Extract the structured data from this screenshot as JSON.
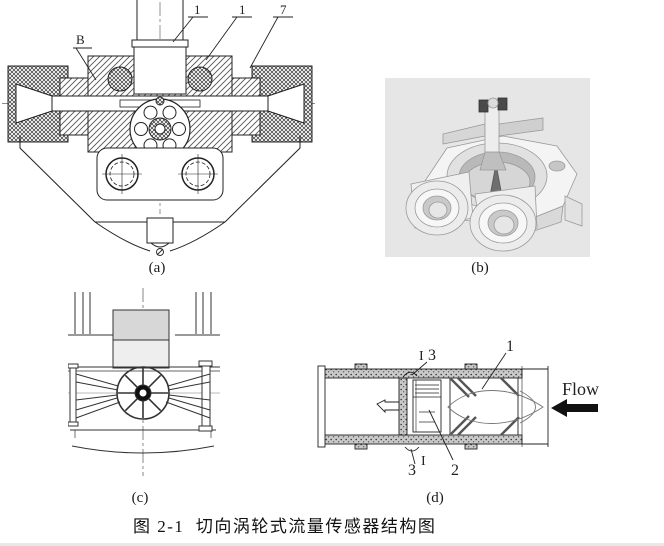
{
  "figure": {
    "caption": "图 2-1  切向涡轮式流量传感器结构图",
    "panels": {
      "a": {
        "label": "(a)",
        "callouts": {
          "B": "B",
          "n1": "1",
          "n2": "1",
          "n3": "7"
        }
      },
      "b": {
        "label": "(b)",
        "background": "#e6e6e6"
      },
      "c": {
        "label": "(c)"
      },
      "d": {
        "label": "(d)",
        "flow_label": "Flow",
        "callouts": {
          "top3": "3",
          "rotor1": "1",
          "bottom3": "3",
          "pickup2": "2",
          "mark_top": "I",
          "mark_bottom": "I"
        }
      }
    }
  }
}
